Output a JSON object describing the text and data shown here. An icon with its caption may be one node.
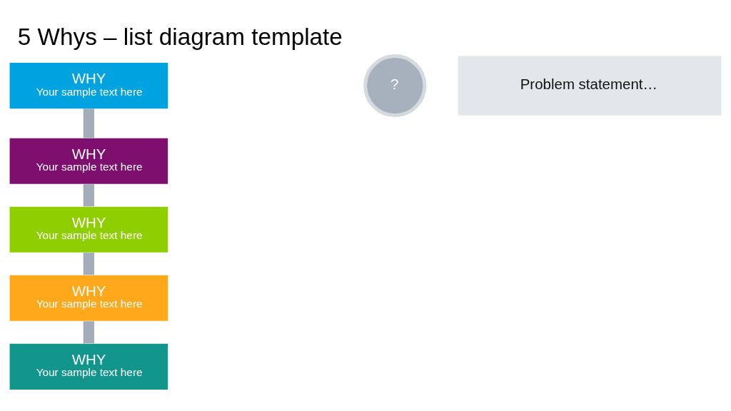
{
  "diagram": {
    "title": "5 Whys – list diagram template",
    "nodes": [
      {
        "text": [
          "WHY",
          "Your sample text here"
        ]
      },
      {
        "text": [
          "WHY",
          "Your sample text here"
        ]
      },
      {
        "text": [
          "WHY",
          "Your sample text here"
        ]
      },
      {
        "text": [
          "WHY",
          "Your sample text here"
        ]
      },
      {
        "text": [
          "WHY",
          "Your sample text here"
        ]
      },
      {
        "text": [
          "?"
        ]
      },
      {
        "text": [
          "Problem statement…"
        ]
      }
    ],
    "edges": [
      {
        "from": 0,
        "to": 1,
        "arrow": "none"
      },
      {
        "from": 1,
        "to": 2,
        "arrow": "none"
      },
      {
        "from": 2,
        "to": 3,
        "arrow": "none"
      },
      {
        "from": 3,
        "to": 4,
        "arrow": "none"
      }
    ]
  }
}
